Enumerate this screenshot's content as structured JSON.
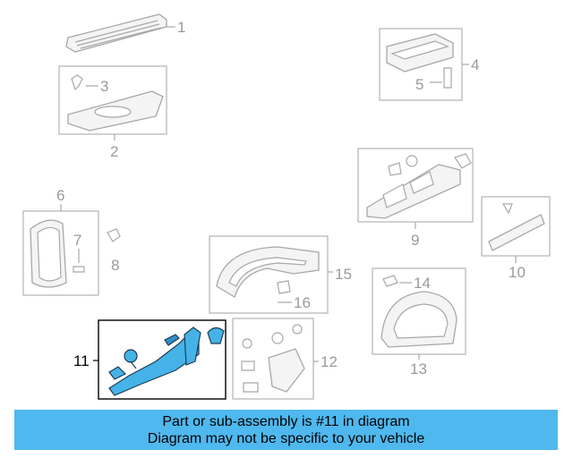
{
  "callouts": {
    "c1": "1",
    "c2": "2",
    "c3": "3",
    "c4": "4",
    "c5": "5",
    "c6": "6",
    "c7": "7",
    "c8": "8",
    "c9": "9",
    "c10": "10",
    "c11": "11",
    "c12": "12",
    "c13": "13",
    "c14": "14",
    "c15": "15",
    "c16": "16"
  },
  "banner": {
    "line1": "Part or sub-assembly is #11 in diagram",
    "line2": "Diagram may not be specific to your vehicle"
  },
  "colors": {
    "highlight": "#45b3e8",
    "banner_bg": "#4fb8ee"
  }
}
